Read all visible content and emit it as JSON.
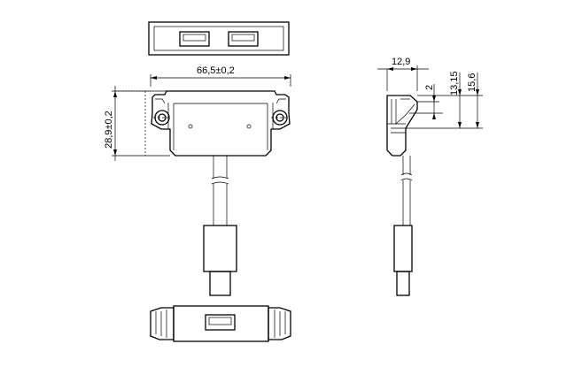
{
  "dimensions": {
    "width": "66,5±0,2",
    "height": "28,9±0,2",
    "side_depth": "12,9",
    "side_offset": "2",
    "side_height_1": "13,15",
    "side_height_2": "15,6"
  }
}
